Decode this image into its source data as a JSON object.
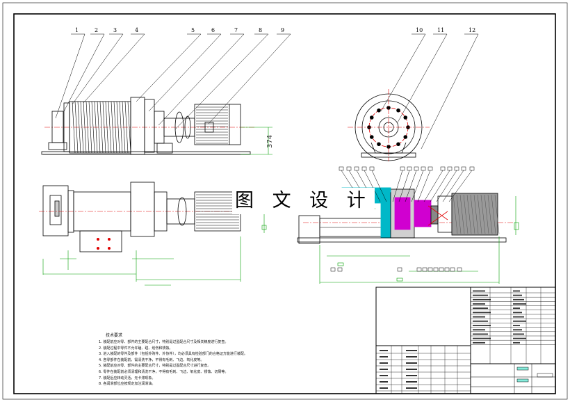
{
  "drawing": {
    "watermark": "图 文 设 计",
    "callouts": [
      "1",
      "2",
      "3",
      "4",
      "5",
      "6",
      "7",
      "8",
      "9",
      "10",
      "11",
      "12"
    ],
    "dimension_374": "374",
    "notes_title": "技术要求",
    "notes": [
      "1. 装配前应对零、部件的主要配合尺寸，特别是过盈配合尺寸及相关精度进行复查。",
      "2. 装配过程中零件不允许磕、碰、划伤和锈蚀。",
      "3. 进入装配的零件及部件（包括外购件、外协件），均必须具有检验部门的合格证方能进行装配。",
      "4. 各零部件在装配前，需清洗干净，不得有毛刺、飞边、氧化皮等。",
      "5. 装配前应对零、部件的主要配合尺寸，特别是过盈配合尺寸进行复查。",
      "6. 零件在装配前必须清理和清洗干净，不得有毛刺、飞边、氧化皮、锈蚀、切屑等。",
      "7. 装配后应转动灵活，无卡滞现象。",
      "8. 各润滑部位应按规定加注润滑油。"
    ]
  },
  "colors": {
    "line": "#000000",
    "centerline": "#e00000",
    "dimension": "#00a000",
    "section_cyan": "#00b8c8",
    "section_magenta": "#d000d0",
    "hatch": "#555555"
  }
}
